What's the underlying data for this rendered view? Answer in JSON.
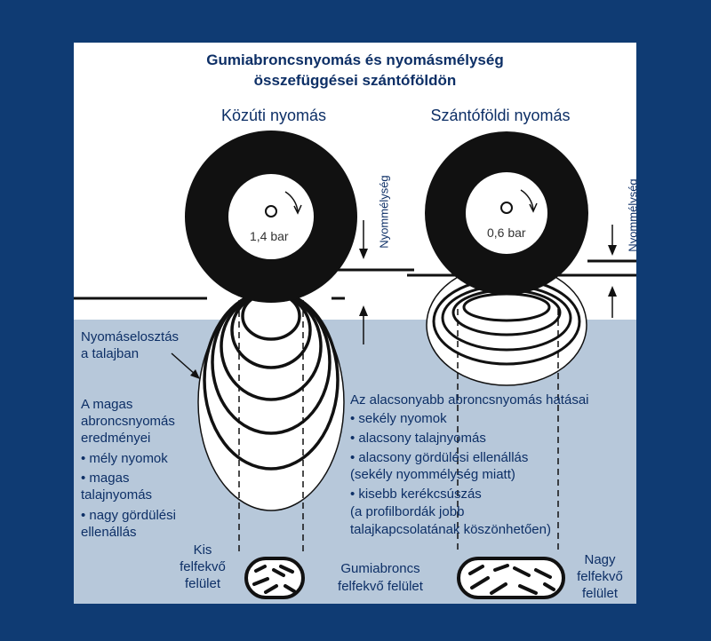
{
  "colors": {
    "frame_background": "#0f3b73",
    "sky": "#ffffff",
    "soil": "#b7c8da",
    "text": "#0d2f66",
    "tyre": "#111111"
  },
  "title": {
    "line1": "Gumiabroncsnyomás és nyomásmélység",
    "line2": "összefüggései szántóföldön"
  },
  "left": {
    "heading": "Közúti nyomás",
    "pressure": "1,4 bar",
    "depth_label": "Nyommélység",
    "distribution_label": [
      "Nyomáseloszt­ás",
      "a talajban"
    ],
    "effects_title": [
      "A magas",
      "abroncsnyomás",
      "eredményei"
    ],
    "effects_items": [
      "• mély nyomok",
      "• magas",
      "   talajnyomás",
      "• nagy gördülési",
      "   ellenállás"
    ],
    "contact_label": [
      "Kis",
      "felfekvő",
      "felület"
    ]
  },
  "center": {
    "contact_label": [
      "Gumiabroncs",
      "felfekvő felület"
    ]
  },
  "right": {
    "heading": "Szántóföldi nyomás",
    "pressure": "0,6 bar",
    "depth_label": "Nyommélység",
    "effects_title": "Az alacsonyabb abroncsnyomás hatásai",
    "effects_items": [
      "• sekély nyomok",
      "• alacsony talajnyomás",
      "• alacsony gördülési ellenállás",
      "   (sekély nyommélység miatt)",
      "• kisebb kerékcsúszás",
      "   (a profilbordák jobb",
      "   talajkapcsolatának köszönhetően)"
    ],
    "contact_label": [
      "Nagy",
      "felfekvő",
      "felület"
    ]
  }
}
